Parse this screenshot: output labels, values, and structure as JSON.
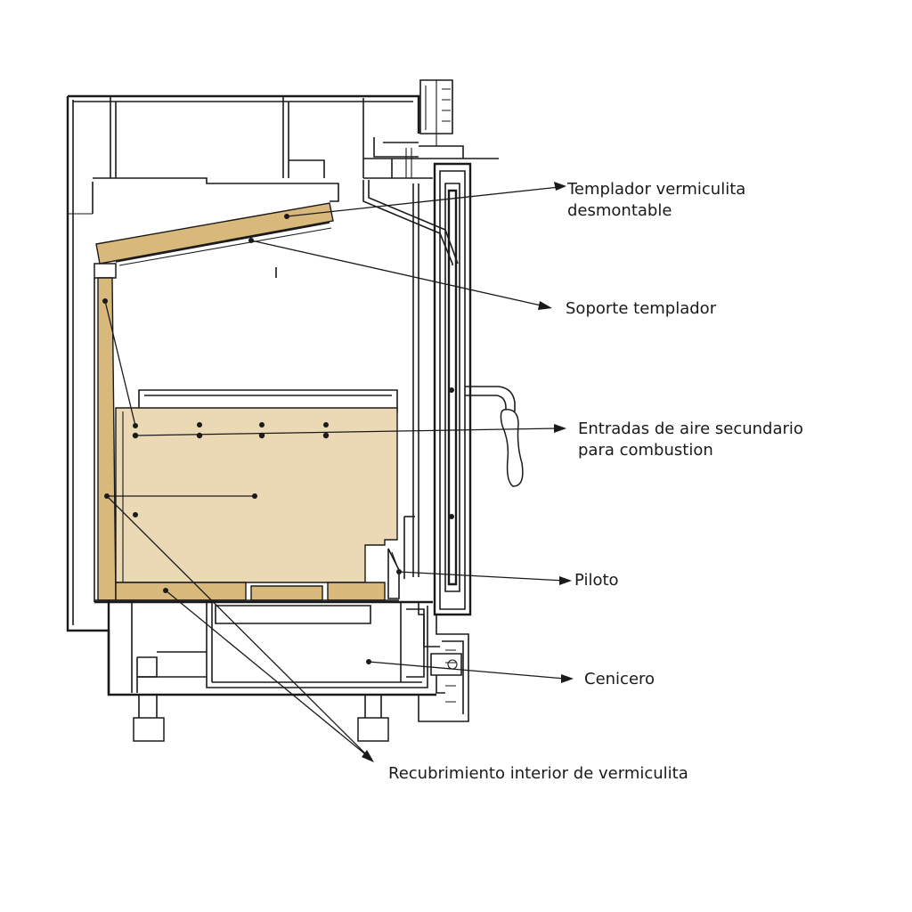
{
  "labels": {
    "templador_line1": "Templador vermiculita",
    "templador_line2": "desmontable",
    "soporte": "Soporte templador",
    "entradas_line1": "Entradas de aire secundario",
    "entradas_line2": "para combustion",
    "piloto": "Piloto",
    "cenicero": "Cenicero",
    "recubrimiento": "Recubrimiento interior de vermiculita"
  },
  "colors": {
    "vermiculite_light": "#ead9b4",
    "vermiculite_dark": "#d9b97b",
    "line": "#1a1a1a"
  }
}
